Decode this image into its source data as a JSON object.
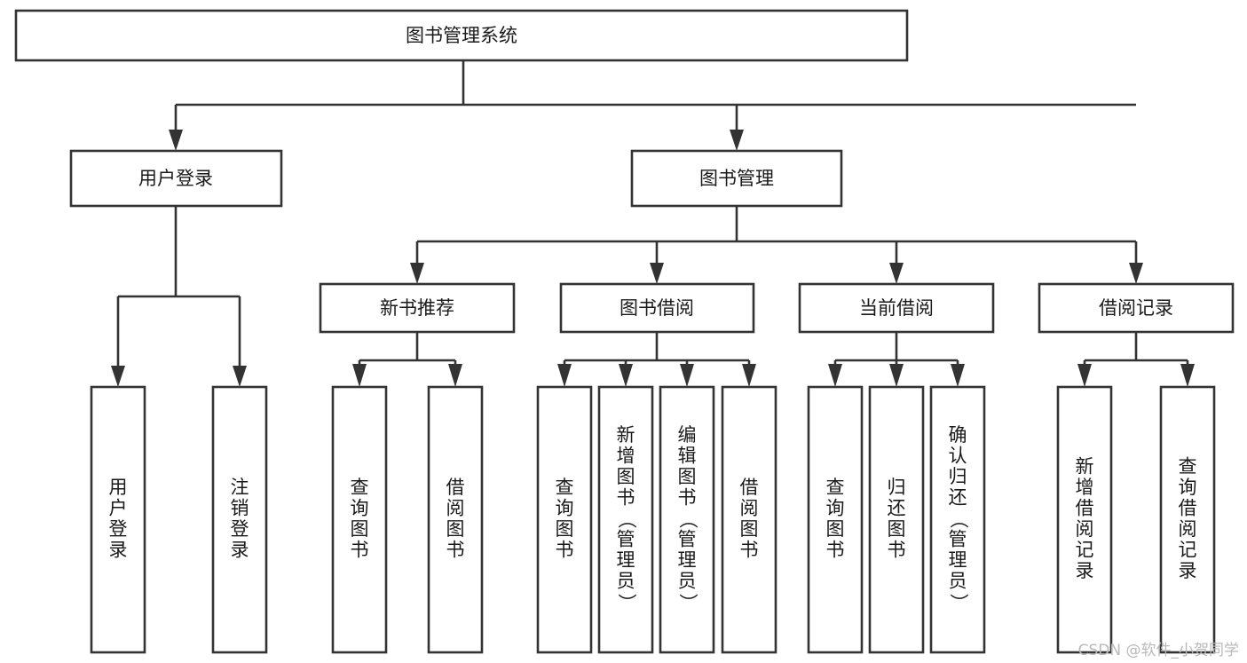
{
  "diagram": {
    "title": "图书管理系统",
    "type": "tree-hierarchy-functional-structure",
    "orientation": "top-down",
    "colors": {
      "box_fill": "#ffffff",
      "box_stroke": "#333333",
      "text": "#1a1a1a",
      "background": "#ffffff",
      "watermark": "#b9b9b9"
    },
    "root": {
      "id": "root",
      "label": "图书管理系统",
      "text_orientation": "horizontal"
    },
    "level2": [
      {
        "id": "user-login",
        "label": "用户登录",
        "text_orientation": "horizontal"
      },
      {
        "id": "book-manage",
        "label": "图书管理",
        "text_orientation": "horizontal"
      }
    ],
    "level3": [
      {
        "id": "new-book-recommend",
        "label": "新书推荐",
        "parent": "book-manage",
        "text_orientation": "horizontal"
      },
      {
        "id": "book-borrow",
        "label": "图书借阅",
        "parent": "book-manage",
        "text_orientation": "horizontal"
      },
      {
        "id": "current-borrow",
        "label": "当前借阅",
        "parent": "book-manage",
        "text_orientation": "horizontal"
      },
      {
        "id": "borrow-record",
        "label": "借阅记录",
        "parent": "book-manage",
        "text_orientation": "horizontal"
      }
    ],
    "leaves": [
      {
        "id": "leaf-user-login",
        "label": "用户登录",
        "parent": "user-login",
        "text_orientation": "vertical"
      },
      {
        "id": "leaf-logout-login",
        "label": "注销登录",
        "parent": "user-login",
        "text_orientation": "vertical"
      },
      {
        "id": "leaf-query-book-1",
        "label": "查询图书",
        "parent": "new-book-recommend",
        "text_orientation": "vertical"
      },
      {
        "id": "leaf-borrow-book-1",
        "label": "借阅图书",
        "parent": "new-book-recommend",
        "text_orientation": "vertical"
      },
      {
        "id": "leaf-query-book-2",
        "label": "查询图书",
        "parent": "book-borrow",
        "text_orientation": "vertical"
      },
      {
        "id": "leaf-add-book",
        "label": "新增图书（管理员）",
        "parent": "book-borrow",
        "text_orientation": "vertical"
      },
      {
        "id": "leaf-edit-book",
        "label": "编辑图书（管理员）",
        "parent": "book-borrow",
        "text_orientation": "vertical"
      },
      {
        "id": "leaf-borrow-book-2",
        "label": "借阅图书",
        "parent": "book-borrow",
        "text_orientation": "vertical"
      },
      {
        "id": "leaf-query-book-3",
        "label": "查询图书",
        "parent": "current-borrow",
        "text_orientation": "vertical"
      },
      {
        "id": "leaf-return-book",
        "label": "归还图书",
        "parent": "current-borrow",
        "text_orientation": "vertical"
      },
      {
        "id": "leaf-confirm-return",
        "label": "确认归还（管理员）",
        "parent": "current-borrow",
        "text_orientation": "vertical"
      },
      {
        "id": "leaf-add-record",
        "label": "新增借阅记录",
        "parent": "borrow-record",
        "text_orientation": "vertical"
      },
      {
        "id": "leaf-query-record",
        "label": "查询借阅记录",
        "parent": "borrow-record",
        "text_orientation": "vertical"
      }
    ],
    "watermark": "CSDN @软件_小贺同学"
  }
}
